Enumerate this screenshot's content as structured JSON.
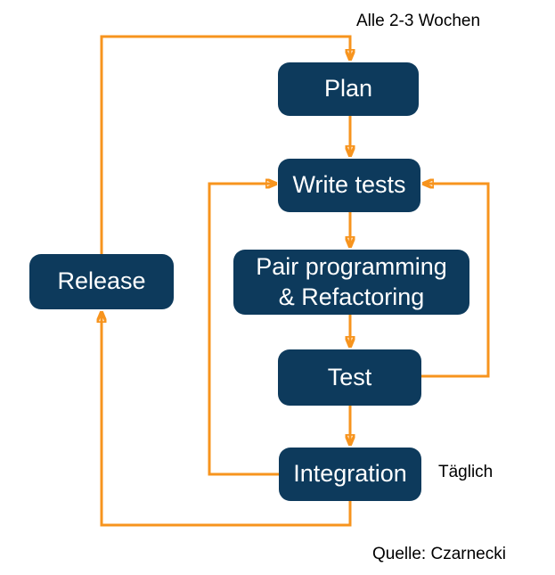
{
  "diagram": {
    "type": "flowchart",
    "nodes": {
      "plan": {
        "label": "Plan"
      },
      "write_tests": {
        "label": "Write tests"
      },
      "pair": {
        "label": "Pair programming\n& Refactoring"
      },
      "test": {
        "label": "Test"
      },
      "integration": {
        "label": "Integration"
      },
      "release": {
        "label": "Release"
      }
    },
    "edges": [
      {
        "from": "plan",
        "to": "write_tests"
      },
      {
        "from": "write_tests",
        "to": "pair"
      },
      {
        "from": "pair",
        "to": "test"
      },
      {
        "from": "test",
        "to": "integration"
      },
      {
        "from": "test",
        "to": "write_tests",
        "note": "right feedback loop"
      },
      {
        "from": "integration",
        "to": "write_tests",
        "note": "left feedback loop"
      },
      {
        "from": "integration",
        "to": "release",
        "note": "bottom loop"
      },
      {
        "from": "release",
        "to": "plan",
        "note": "outer cycle"
      }
    ],
    "annotations": {
      "cycle_label": "Alle 2-3 Wochen",
      "daily_label": "Täglich",
      "source_label": "Quelle: Czarnecki"
    },
    "colors": {
      "node_fill": "#0d3a5c",
      "node_text": "#ffffff",
      "arrow": "#f7941e",
      "label_text": "#000000",
      "background": "#ffffff"
    }
  }
}
